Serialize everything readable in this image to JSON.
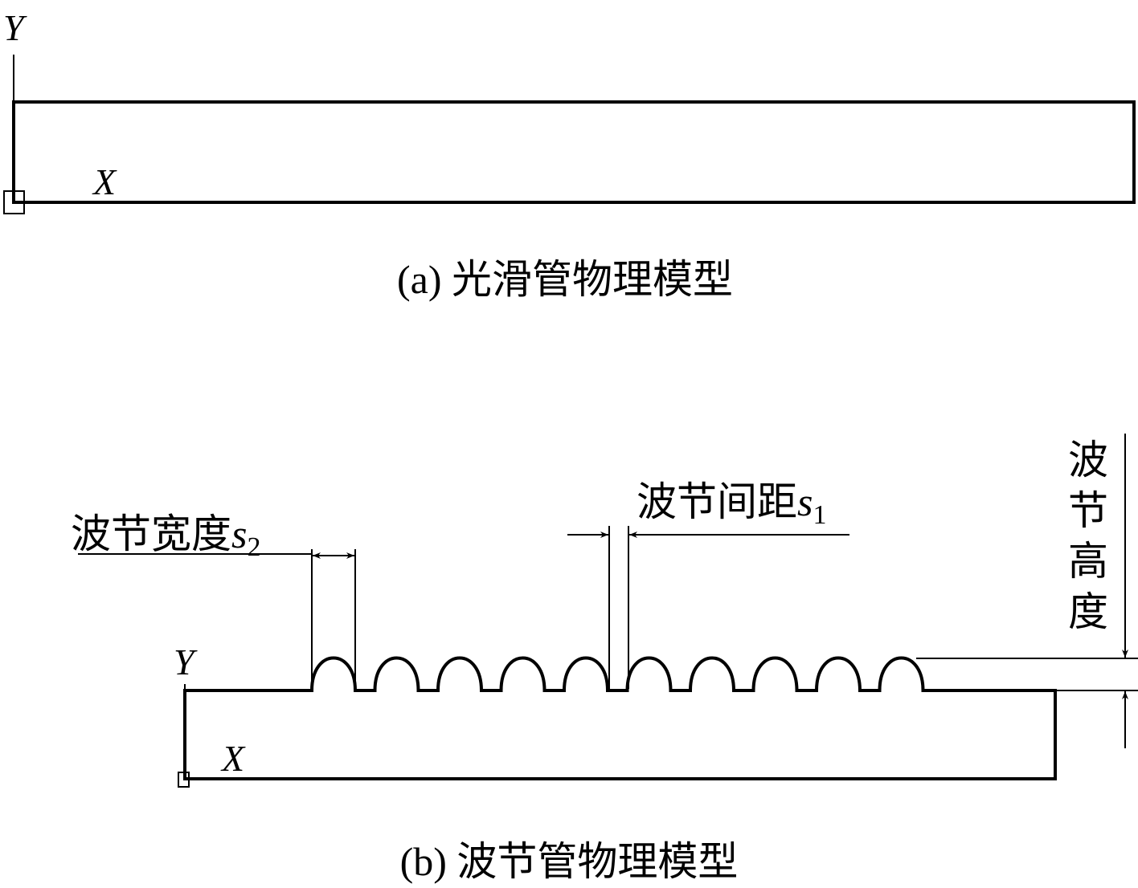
{
  "figure_a": {
    "axis_y": "Y",
    "axis_x": "X",
    "caption": "(a) 光滑管物理模型"
  },
  "figure_b": {
    "axis_y": "Y",
    "axis_x": "X",
    "caption": "(b) 波节管物理模型",
    "width_label": "波节宽度",
    "width_symbol": "s",
    "width_sub": "2",
    "spacing_label": "波节间距",
    "spacing_symbol": "s",
    "spacing_sub": "1",
    "height_label_chars": [
      "波",
      "节",
      "高",
      "度"
    ],
    "corrugation_count": 10
  }
}
